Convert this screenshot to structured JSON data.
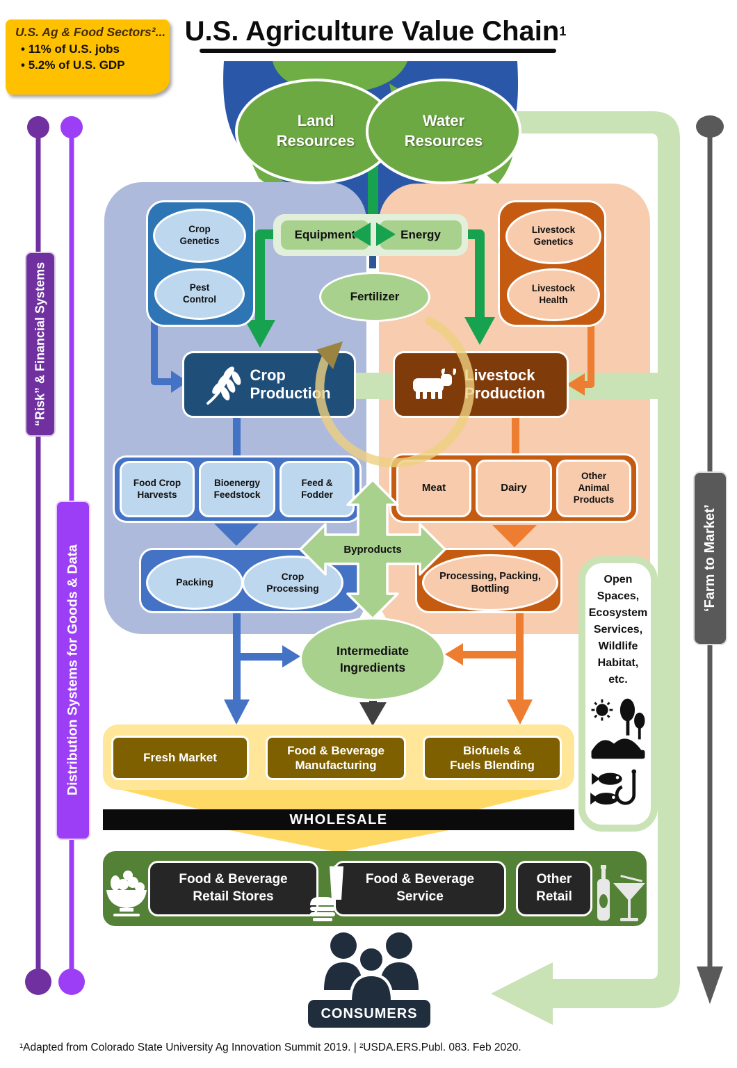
{
  "title": {
    "text": "U.S. Agriculture Value Chain",
    "sup": "1"
  },
  "stats_note": {
    "heading": "U.S. Ag & Food Sectors²...",
    "bullets": [
      "11% of U.S. jobs",
      "5.2% of U.S. GDP"
    ]
  },
  "rails": {
    "risk": "“Risk” & Financial Systems",
    "distribution": "Distribution Systems for Goods & Data",
    "farm_to_market": "‘Farm to Market’"
  },
  "resources": {
    "land": "Land Resources",
    "water": "Water Resources"
  },
  "inputs": {
    "equipment": "Equipment",
    "energy": "Energy",
    "fertilizer": "Fertilizer"
  },
  "crop_side": {
    "genetics": "Crop Genetics",
    "pest_control": "Pest Control",
    "production": "Crop Production",
    "outputs": [
      "Food Crop Harvests",
      "Bioenergy Feedstock",
      "Feed & Fodder"
    ],
    "post_harvest": [
      "Packing",
      "Crop Processing"
    ]
  },
  "livestock_side": {
    "genetics": "Livestock Genetics",
    "health": "Livestock Health",
    "production": "Livestock Production",
    "outputs": [
      "Meat",
      "Dairy",
      "Other Animal Products"
    ],
    "post_harvest": "Processing, Packing, Bottling"
  },
  "flows": {
    "byproducts": "Byproducts",
    "intermediate": "Intermediate Ingredients"
  },
  "distribution": {
    "markets": [
      "Fresh Market",
      "Food & Beverage Manufacturing",
      "Biofuels & Fuels Blending"
    ],
    "wholesale": "WHOLESALE",
    "retail": [
      "Food & Beverage Retail Stores",
      "Food & Beverage Service",
      "Other Retail"
    ],
    "consumers": "CONSUMERS"
  },
  "open_spaces": {
    "text": "Open Spaces, Ecosystem Services, Wildlife Habitat, etc."
  },
  "footnote": "¹Adapted from Colorado State University Ag Innovation Summit 2019.   |   ²USDA.ERS.Publ. 083. Feb 2020.",
  "colors": {
    "accent_green": "#17A24F",
    "band_green": "#C9E2B6",
    "input_green": "#A9D18E",
    "crop_navy": "#1F4E79",
    "crop_blue": "#4472C4",
    "crop_light": "#BDD7EE",
    "panel_blue": "#ADBADC",
    "livestock_brown": "#803B0B",
    "livestock_orange": "#C55A11",
    "livestock_peach": "#F8CBAD",
    "panel_peach": "#F7CCAF",
    "arrow_orange": "#ED7D31",
    "rail_purple_dark": "#7030A0",
    "rail_purple_light": "#9C3EF5",
    "rail_gray": "#595959",
    "note_yellow": "#FFC000",
    "market_band": "#FFE699",
    "market_gold": "#7F6000",
    "retail_green": "#538135",
    "retail_dark": "#262626",
    "consumer_navy": "#1F2D3D"
  }
}
